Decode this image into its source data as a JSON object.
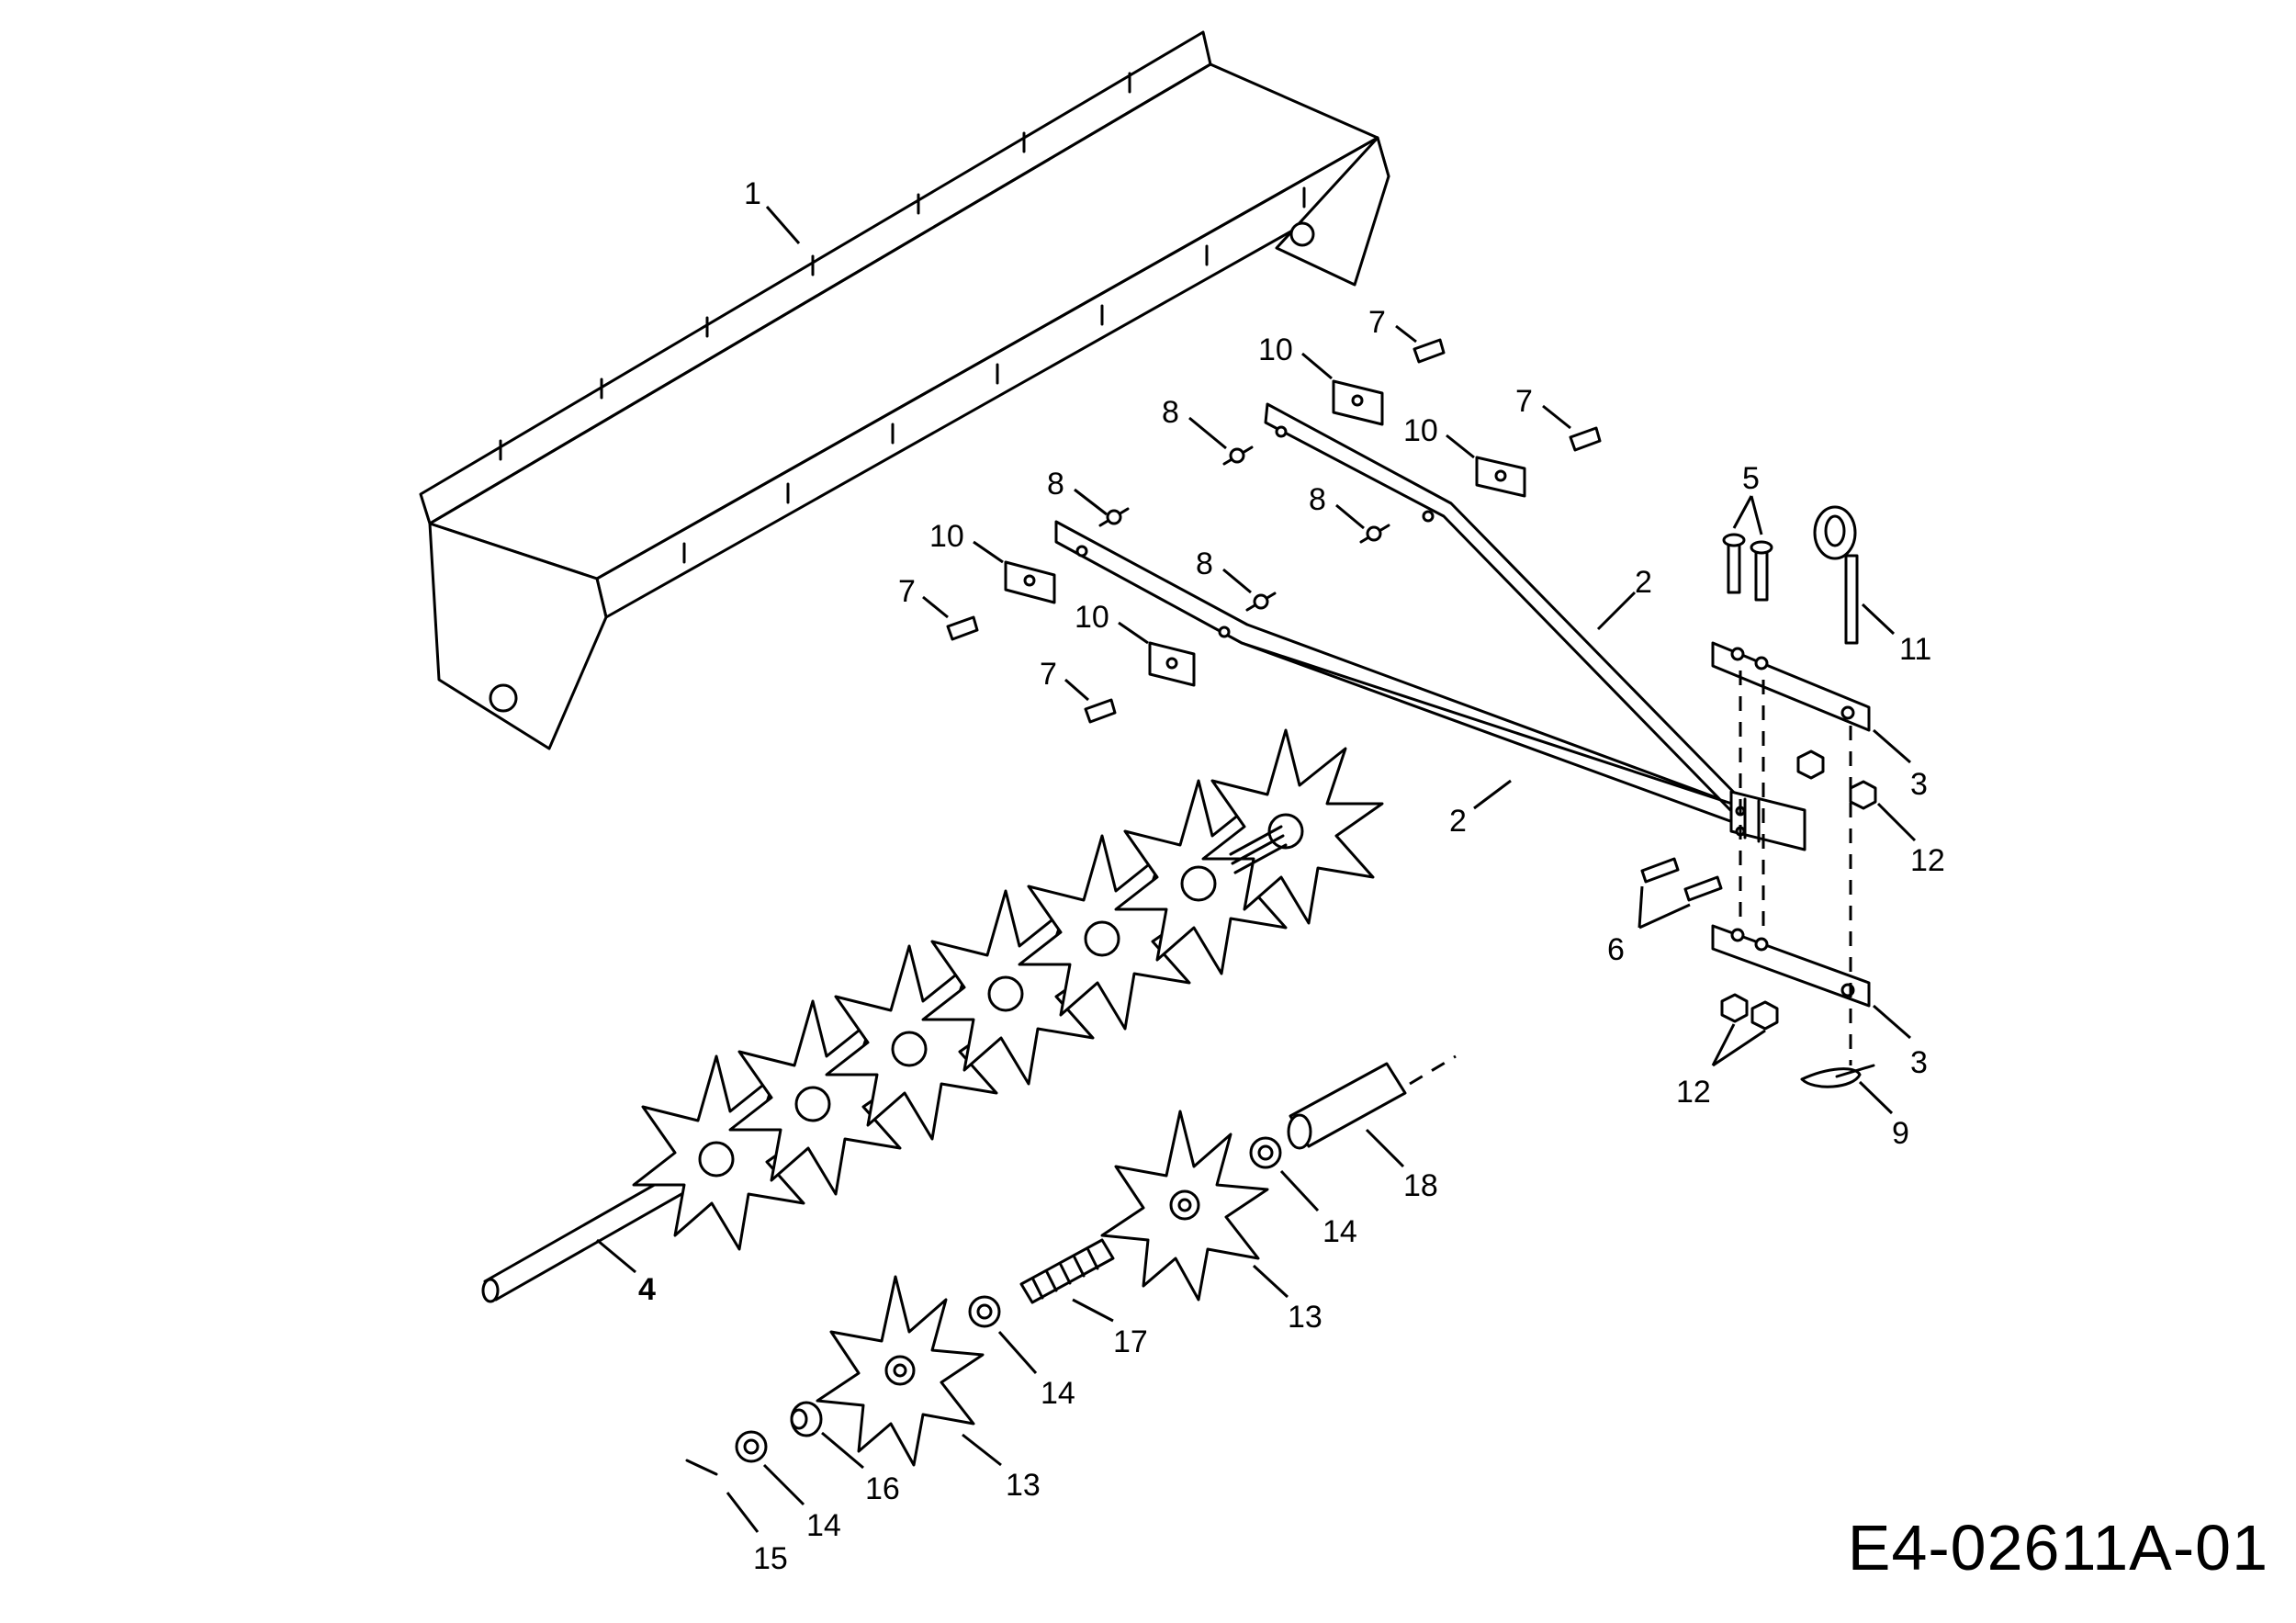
{
  "drawing_code": "E4-02611A-01",
  "callouts": [
    "1",
    "2",
    "2",
    "3",
    "3",
    "4",
    "5",
    "6",
    "7",
    "7",
    "7",
    "7",
    "8",
    "8",
    "8",
    "8",
    "9",
    "10",
    "10",
    "10",
    "10",
    "11",
    "12",
    "12",
    "13",
    "13",
    "14",
    "14",
    "14",
    "15",
    "16",
    "17",
    "18"
  ],
  "parts": [
    {
      "number": "1",
      "icon": "weight-tray"
    },
    {
      "number": "2",
      "icon": "tow-bar"
    },
    {
      "number": "3",
      "icon": "hitch-plate"
    },
    {
      "number": "4",
      "icon": "axle-shaft"
    },
    {
      "number": "5",
      "icon": "bolt"
    },
    {
      "number": "6",
      "icon": "bolt"
    },
    {
      "number": "7",
      "icon": "bolt"
    },
    {
      "number": "8",
      "icon": "washer"
    },
    {
      "number": "9",
      "icon": "hairpin-clip"
    },
    {
      "number": "10",
      "icon": "spacer-block"
    },
    {
      "number": "11",
      "icon": "hitch-pin"
    },
    {
      "number": "12",
      "icon": "nut"
    },
    {
      "number": "13",
      "icon": "spike-wheel"
    },
    {
      "number": "14",
      "icon": "bushing"
    },
    {
      "number": "15",
      "icon": "cotter-pin"
    },
    {
      "number": "16",
      "icon": "collar"
    },
    {
      "number": "17",
      "icon": "spring"
    },
    {
      "number": "18",
      "icon": "spacer-tube"
    }
  ]
}
